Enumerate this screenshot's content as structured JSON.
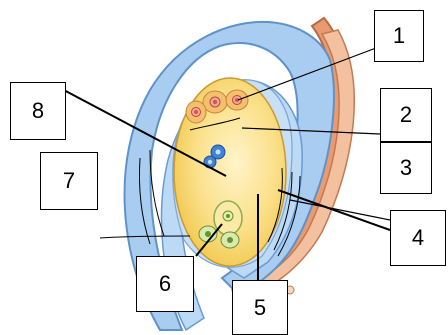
{
  "labels": {
    "l1": "1",
    "l2": "2",
    "l3": "3",
    "l4": "4",
    "l5": "5",
    "l6": "6",
    "l7": "7",
    "l8": "8"
  },
  "colors": {
    "integument": "#a9cdf1",
    "integument_stroke": "#5b8fc5",
    "funiculus": "#e3936b",
    "embryo_sac": "#f7d35a",
    "cells": "#f3c76e",
    "nucleus": "#3d7fd0"
  }
}
